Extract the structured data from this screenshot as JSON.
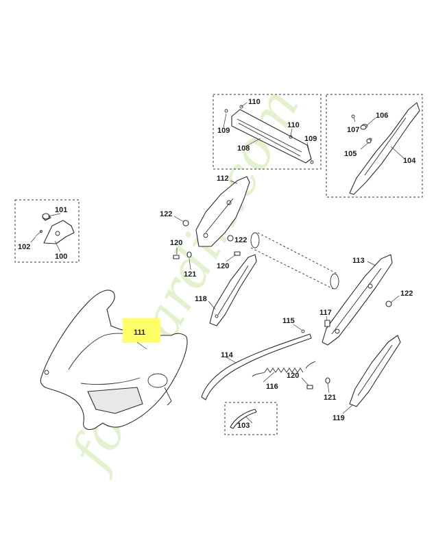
{
  "diagram": {
    "callouts": {
      "c100": "100",
      "c101": "101",
      "c102": "102",
      "c103": "103",
      "c104": "104",
      "c105": "105",
      "c106": "106",
      "c107": "107",
      "c108": "108",
      "c109a": "109",
      "c109b": "109",
      "c110a": "110",
      "c110b": "110",
      "c111": "111",
      "c112": "112",
      "c113": "113",
      "c114": "114",
      "c115": "115",
      "c116": "116",
      "c117": "117",
      "c118": "118",
      "c119": "119",
      "c120a": "120",
      "c120b": "120",
      "c120c": "120",
      "c121a": "121",
      "c121b": "121",
      "c122a": "122",
      "c122b": "122",
      "c122c": "122"
    },
    "highlight": {
      "part": "111",
      "color": "#ffff66"
    },
    "watermark": {
      "text": "foretjardin.com",
      "colors": {
        "green": "#cfe6a8",
        "orange": "#f5b97a",
        "brown": "#d8cbb8"
      }
    }
  }
}
